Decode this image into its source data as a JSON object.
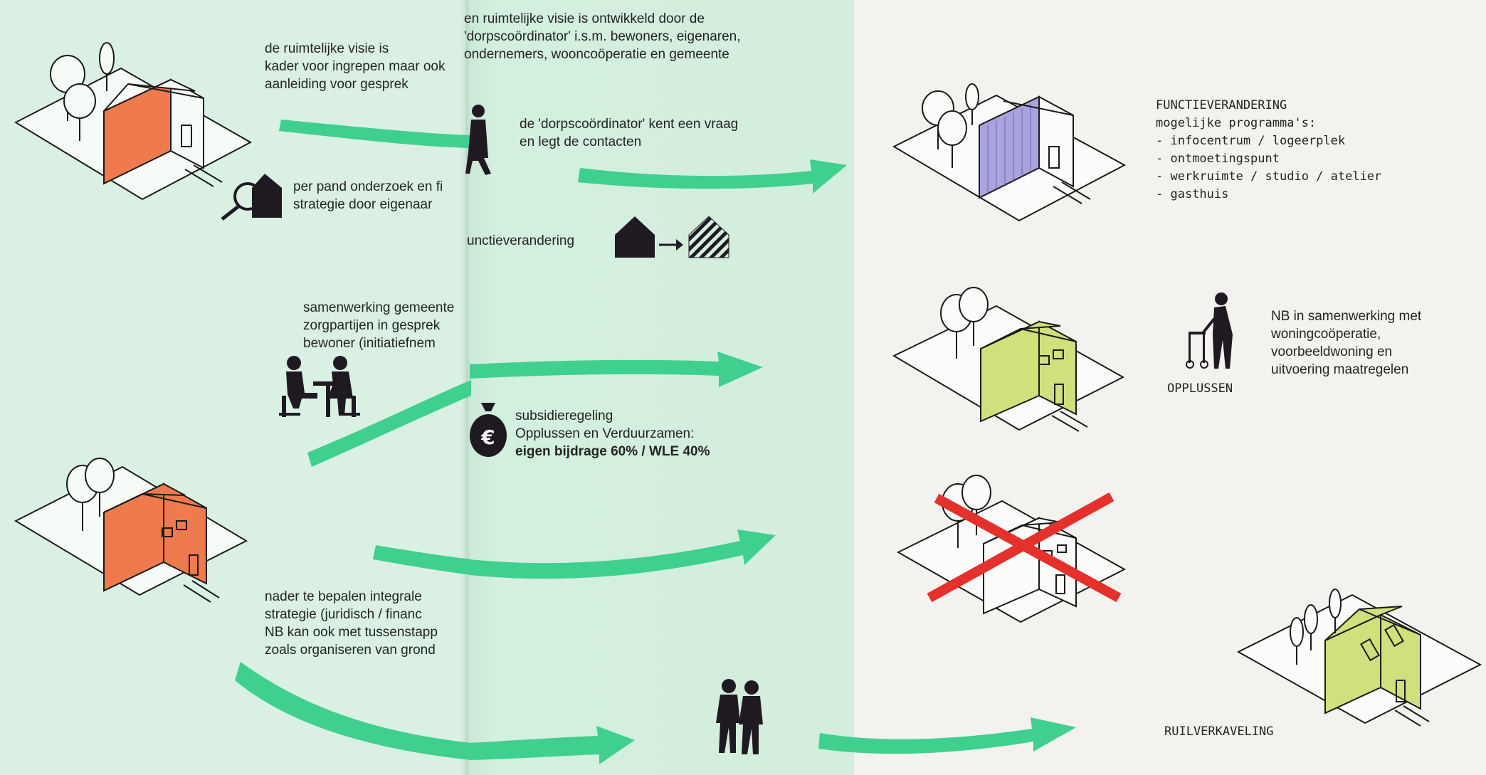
{
  "colors": {
    "arrow": "#3fcf8e",
    "house_orange": "#ee7a4e",
    "house_purple": "#9f9ad6",
    "house_green": "#cfe07c",
    "cross_red": "#e4312b",
    "background_left": "#d9f0e3",
    "background_right": "#f3f2ee"
  },
  "texts": {
    "visie_kader": "de ruimtelijke visie is\nkader voor ingrepen maar ook\naanleiding voor gesprek",
    "visie_ontwikkeld": "en ruimtelijke visie is ontwikkeld door de\n'dorpscoördinator' i.s.m. bewoners, eigenaren,\nondernemers, wooncoöperatie en gemeente",
    "onderzoek": "per pand onderzoek en fi\nstrategie door eigenaar",
    "coordinator": "de 'dorpscoördinator' kent een vraag\nen legt de contacten",
    "functieverandering_small": "unctieverandering",
    "samenwerking": "samenwerking gemeente\nzorgpartijen in gesprek\nbewoner (initiatiefnem",
    "subsidie_line1": "subsidieregeling",
    "subsidie_line2": "Opplussen en Verduurzamen:",
    "subsidie_bold": "eigen bijdrage 60% / WLE 40%",
    "integrale": "nader te bepalen integrale\nstrategie (juridisch / financ\nNB kan ook met tussenstapp\nzoals organiseren van grond",
    "functieverandering_title": "FUNCTIEVERANDERING",
    "programmas": "mogelijke programma's:\n- infocentrum / logeerplek\n- ontmoetingspunt\n- werkruimte / studio / atelier\n- gasthuis",
    "nb_opplussen": "NB in samenwerking met\nwoningcoöperatie,\nvoorbeeldwoning en\nuitvoering maatregelen",
    "opplussen": "OPPLUSSEN",
    "ruilverkaveling": "RUILVERKAVELING"
  },
  "icons": [
    "magnifier-house-icon",
    "euro-moneybag-icon",
    "house-to-hatched-house-icon",
    "meeting-people-icon",
    "elderly-walker-icon",
    "walking-person-icon",
    "two-people-walking-icon",
    "red-cross-icon"
  ]
}
